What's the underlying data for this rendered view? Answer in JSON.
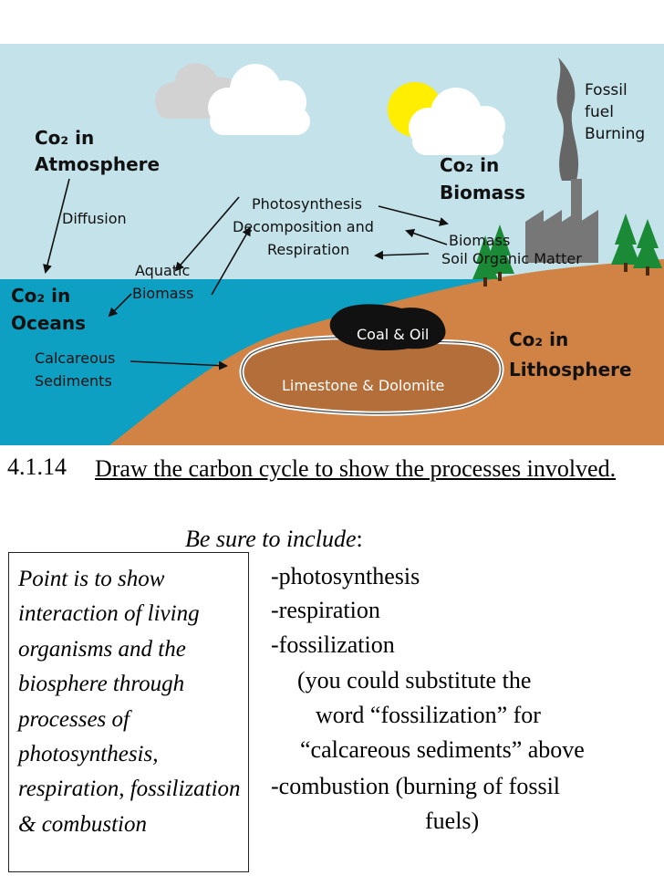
{
  "diagram": {
    "labels": {
      "fossil": "Fossil",
      "fuel": "fuel",
      "burning": "Burning",
      "co2_atmosphere_1": "Co₂ in",
      "co2_atmosphere_2": "Atmosphere",
      "co2_biomass_1": "Co₂ in",
      "co2_biomass_2": "Biomass",
      "diffusion": "Diffusion",
      "photosynthesis": "Photosynthesis",
      "decomposition": "Decomposition and",
      "respiration": "Respiration",
      "biomass": "Biomass",
      "soil": "Soil Organic Matter",
      "co2_oceans_1": "Co₂ in",
      "co2_oceans_2": "Oceans",
      "aquatic": "Aquatic",
      "aquatic_biomass": "Biomass",
      "calcareous": "Calcareous",
      "sediments": "Sediments",
      "coal": "Coal & Oil",
      "co2_litho_1": "Co₂ in",
      "co2_litho_2": "Lithosphere",
      "limestone": "Limestone & Dolomite"
    },
    "colors": {
      "sky": "#c3e2e9",
      "ocean": "#0ea0c2",
      "land": "#d08344",
      "sun": "#ffee00",
      "tree": "#1b8a36",
      "factory": "#777777",
      "limestone": "#b36e3a",
      "coal": "#111111"
    }
  },
  "question": {
    "number": "4.1.14",
    "text": "Draw the carbon cycle to show the processes involved.",
    "include_label": "Be sure to include",
    "include_colon": ":"
  },
  "note": "Point is to show interaction of living organisms and the biosphere through processes of photosynthesis, respiration, fossilization & combustion",
  "items": [
    "-photosynthesis",
    "-respiration",
    "-fossilization",
    "(you could substitute the",
    "word “fossilization” for",
    "“calcareous sediments” above",
    "-combustion (burning of fossil",
    "fuels)"
  ]
}
